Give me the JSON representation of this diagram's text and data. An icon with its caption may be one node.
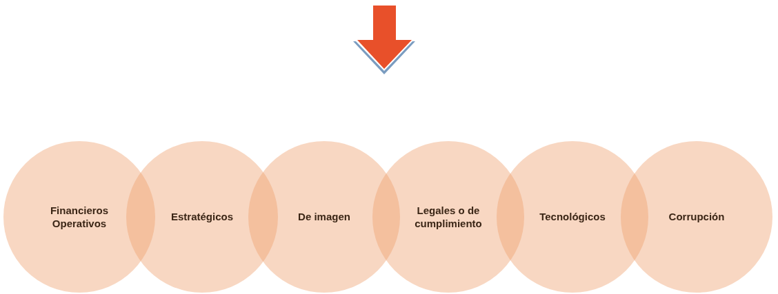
{
  "diagram": {
    "nodes": [
      {
        "text": [
          "Financieros Operativos"
        ]
      },
      {
        "text": [
          "Estratégicos"
        ]
      },
      {
        "text": [
          "De imagen"
        ]
      },
      {
        "text": [
          "Legales o de cumplimiento"
        ]
      },
      {
        "text": [
          "Tecnológicos"
        ]
      },
      {
        "text": [
          "Corrupción"
        ]
      }
    ]
  }
}
